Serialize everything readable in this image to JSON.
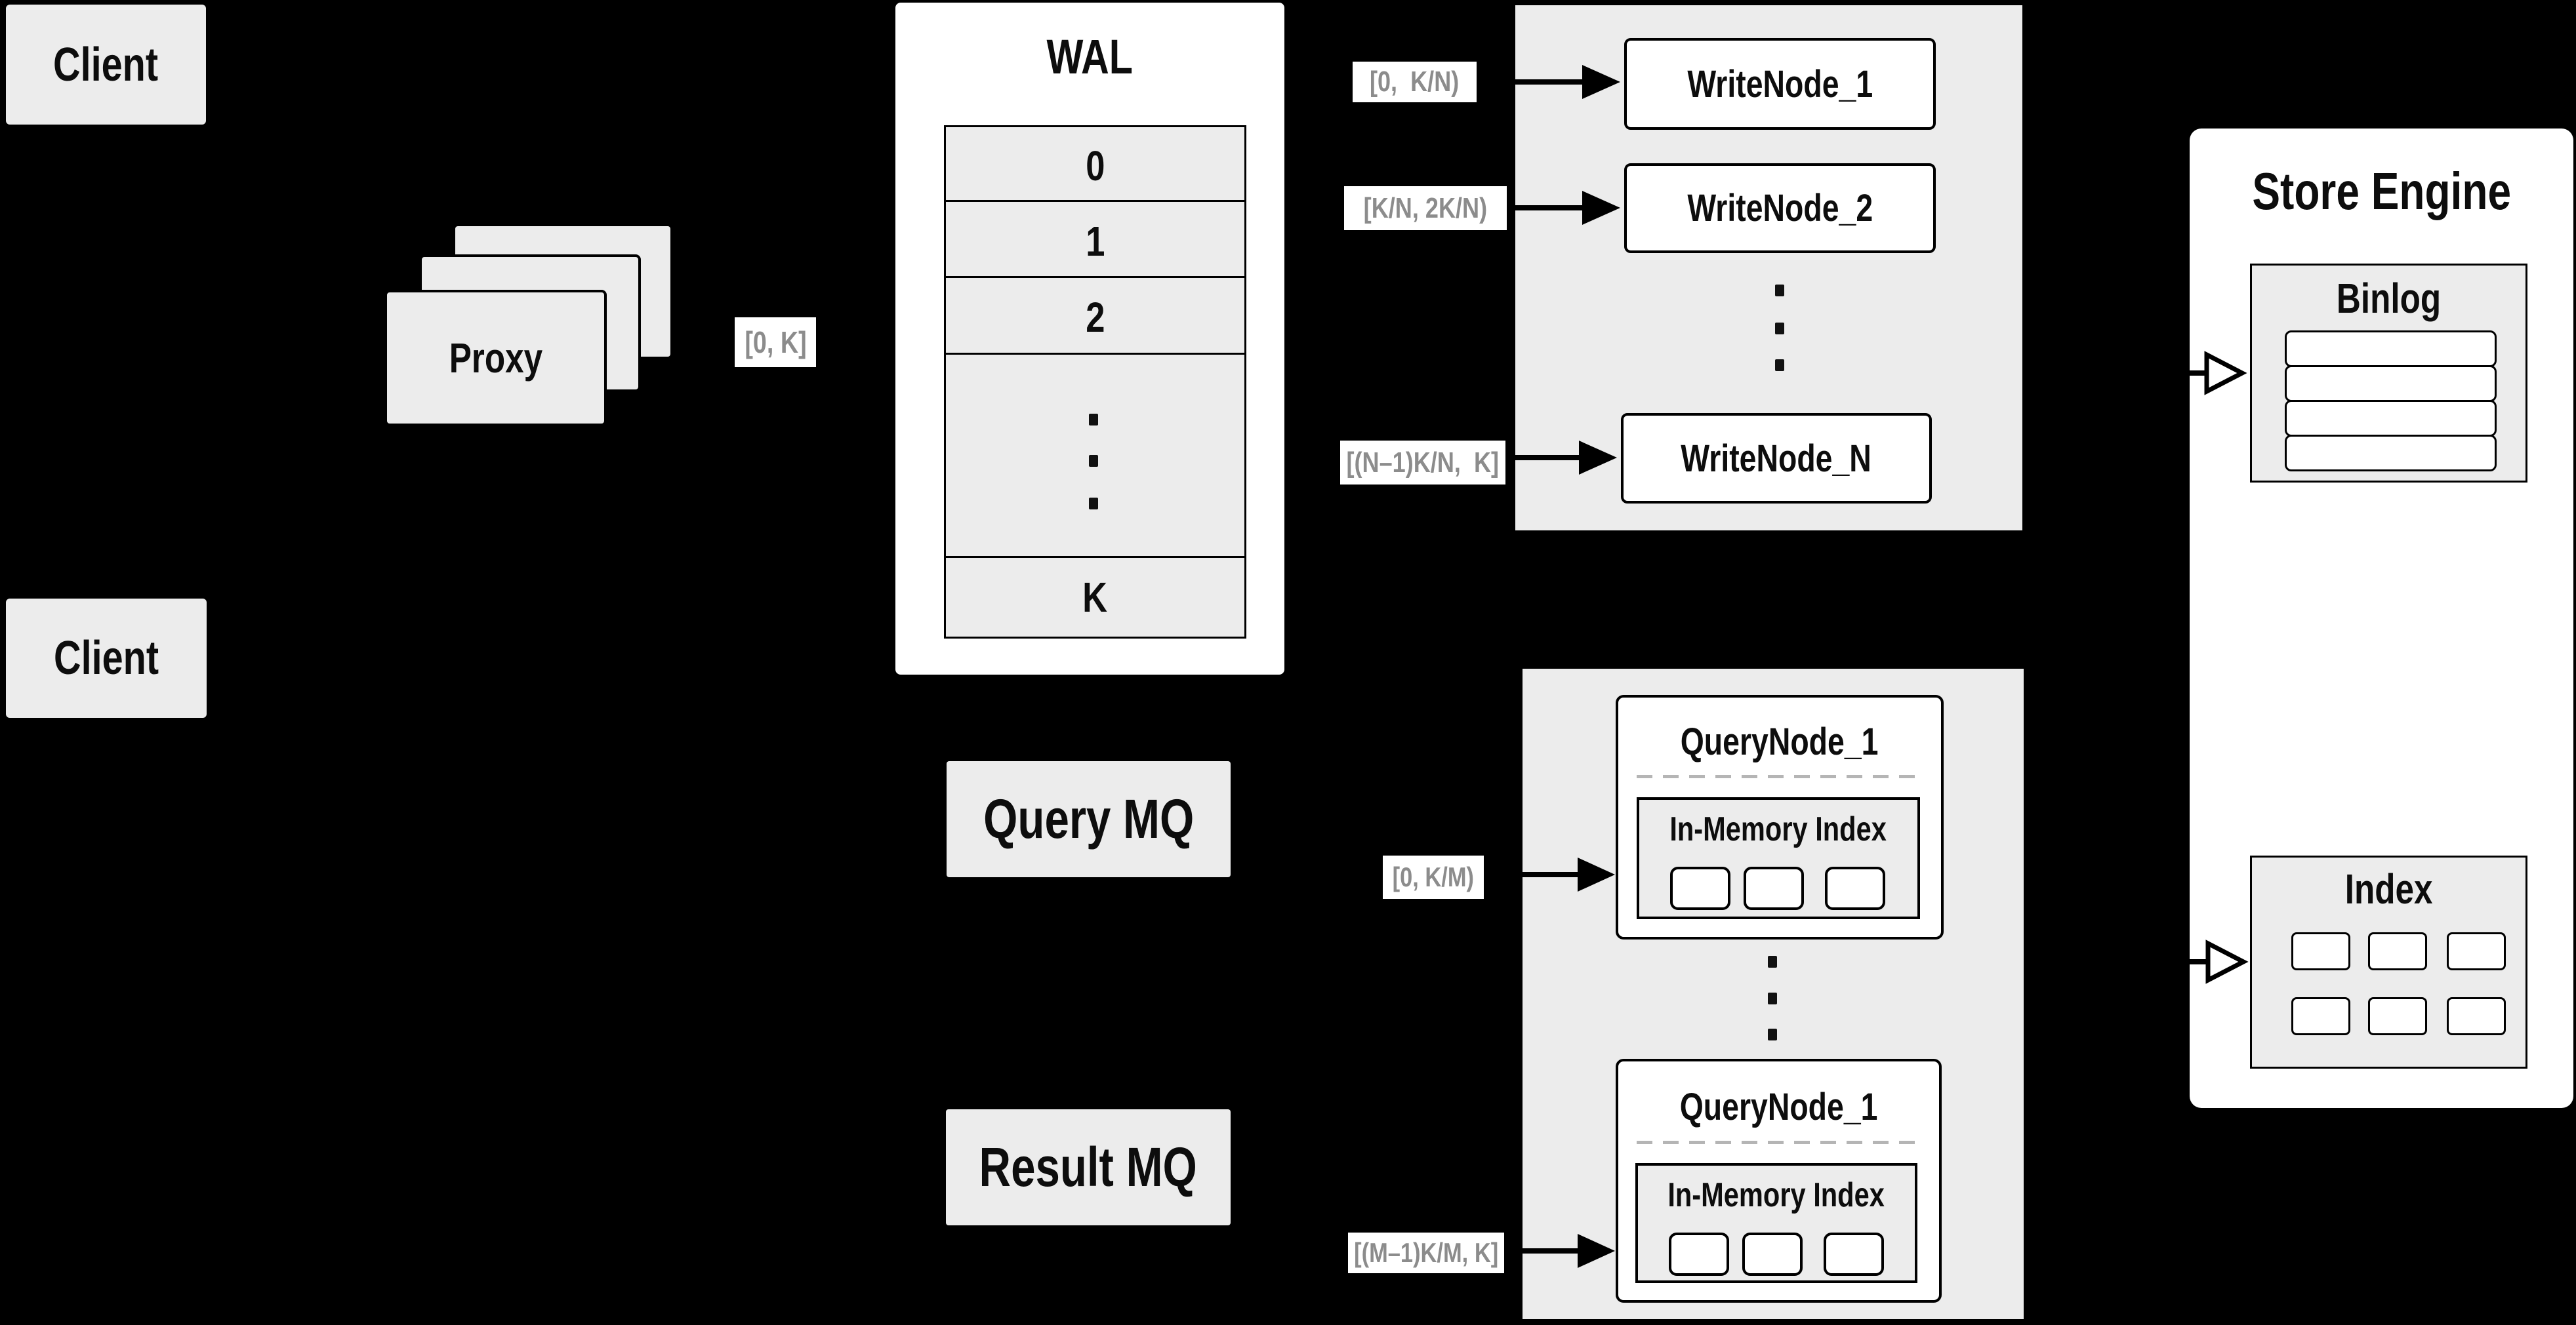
{
  "colors": {
    "background": "#000000",
    "box_fill": "#ececec",
    "node_fill": "#ffffff",
    "stroke": "#000000",
    "muted_label_text": "#8c8c8c",
    "dashed_divider": "#b5b5b5"
  },
  "client_top": {
    "label": "Client"
  },
  "client_bottom": {
    "label": "Client"
  },
  "proxy": {
    "label": "Proxy"
  },
  "range_labels": {
    "proxy_out": "[0, K]",
    "to_write_node_1": "[0,  K/N)",
    "to_write_node_2": "[K/N, 2K/N)",
    "to_write_node_n": "[(N–1)K/N,  K]",
    "to_query_node_top": "[0, K/M)",
    "to_query_node_bottom": "[(M–1)K/M, K]"
  },
  "wal": {
    "title": "WAL",
    "rows": [
      "0",
      "1",
      "2",
      "K"
    ]
  },
  "write_nodes": {
    "node1": "WriteNode_1",
    "node2": "WriteNode_2",
    "nodeN": "WriteNode_N"
  },
  "query_nodes": {
    "top": {
      "title": "QueryNode_1",
      "inner_title": "In-Memory Index"
    },
    "bottom": {
      "title": "QueryNode_1",
      "inner_title": "In-Memory Index"
    }
  },
  "mq": {
    "query": "Query MQ",
    "result": "Result MQ"
  },
  "store_engine": {
    "title": "Store Engine",
    "binlog_title": "Binlog",
    "index_title": "Index"
  }
}
